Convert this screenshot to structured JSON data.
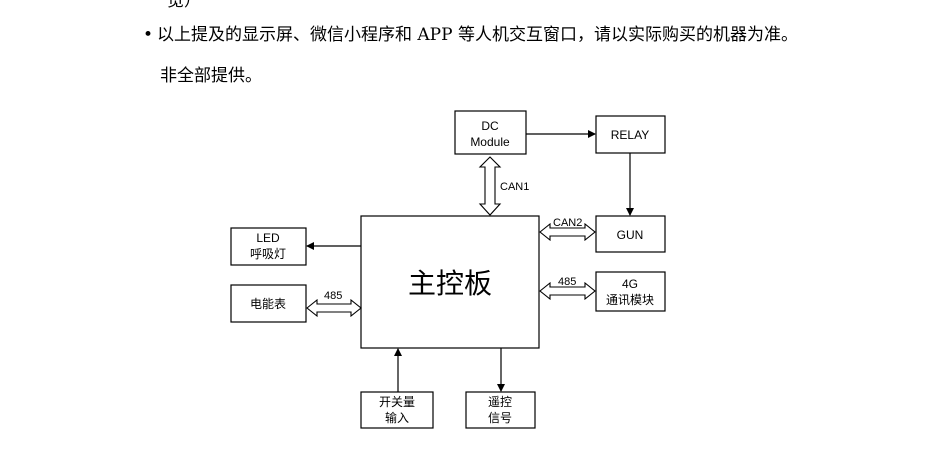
{
  "text": {
    "cut_line": "一览）",
    "bullet_line": "以上提及的显示屏、微信小程序和 APP 等人机交互窗口，请以实际购买的机器为准。",
    "cont_line": "非全部提供。"
  },
  "diagram": {
    "main_board": "主控板",
    "dc_module": [
      "DC",
      "Module"
    ],
    "relay": "RELAY",
    "gun": "GUN",
    "led": [
      "LED",
      "呼吸灯"
    ],
    "meter": "电能表",
    "comm_4g": [
      "4G",
      "通讯模块"
    ],
    "switch_input": [
      "开关量",
      "输入"
    ],
    "remote_signal": [
      "遥控",
      "信号"
    ],
    "conn_can1": "CAN1",
    "conn_can2": "CAN2",
    "conn_485_left": "485",
    "conn_485_right": "485"
  }
}
